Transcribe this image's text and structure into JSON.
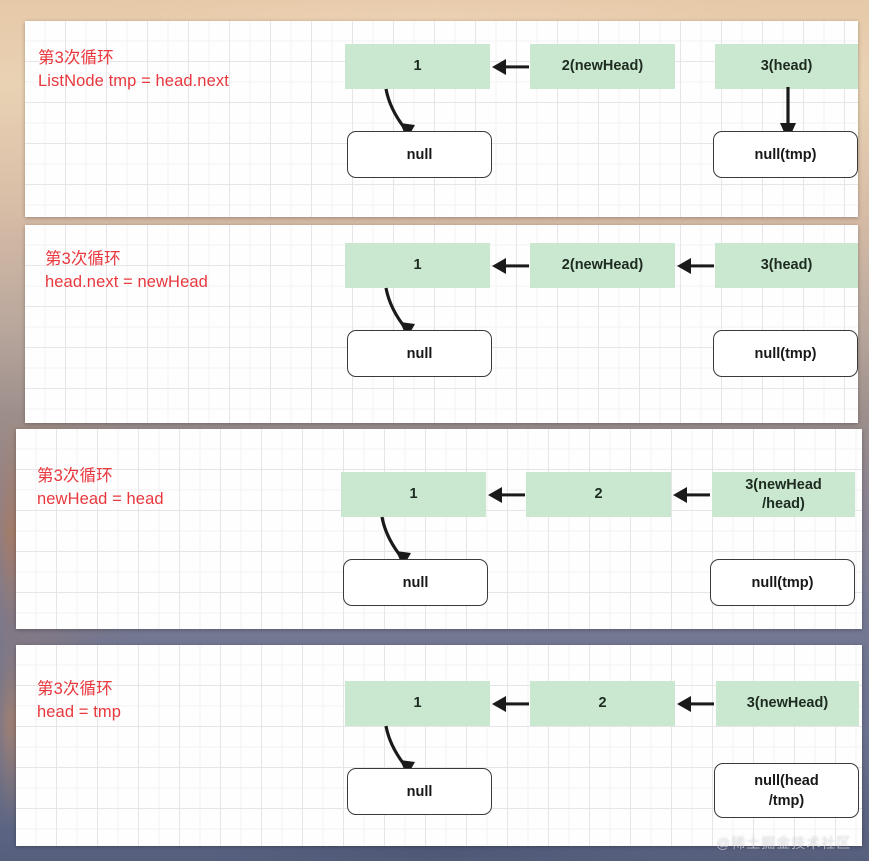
{
  "meta": {
    "watermark": "@稀土掘金技术社区",
    "accent_red": "#e8383d",
    "node_green": "#cae8d0",
    "panel_white": "#fefefe"
  },
  "panels": [
    {
      "id": "panel-1",
      "caption_line1": "第3次循环",
      "caption_line2": "ListNode tmp = head.next",
      "nodes": [
        {
          "label": "1"
        },
        {
          "label": "2(newHead)"
        },
        {
          "label": "3(head)"
        }
      ],
      "null_boxes": [
        {
          "label": "null"
        },
        {
          "label": "null(tmp)"
        }
      ],
      "arrows": {
        "node2_to_node1": true,
        "node3_to_node2": false,
        "node1_to_null": true,
        "node3_to_null": true
      }
    },
    {
      "id": "panel-2",
      "caption_line1": "第3次循环",
      "caption_line2": "head.next = newHead",
      "nodes": [
        {
          "label": "1"
        },
        {
          "label": "2(newHead)"
        },
        {
          "label": "3(head)"
        }
      ],
      "null_boxes": [
        {
          "label": "null"
        },
        {
          "label": "null(tmp)"
        }
      ],
      "arrows": {
        "node2_to_node1": true,
        "node3_to_node2": true,
        "node1_to_null": true,
        "node3_to_null": false
      }
    },
    {
      "id": "panel-3",
      "caption_line1": "第3次循环",
      "caption_line2": "newHead = head",
      "nodes": [
        {
          "label": "1"
        },
        {
          "label": "2"
        },
        {
          "label": "3(newHead\n/head)"
        }
      ],
      "null_boxes": [
        {
          "label": "null"
        },
        {
          "label": "null(tmp)"
        }
      ],
      "arrows": {
        "node2_to_node1": true,
        "node3_to_node2": true,
        "node1_to_null": true,
        "node3_to_null": false
      }
    },
    {
      "id": "panel-4",
      "caption_line1": "第3次循环",
      "caption_line2": "head = tmp",
      "nodes": [
        {
          "label": "1"
        },
        {
          "label": "2"
        },
        {
          "label": "3(newHead)"
        }
      ],
      "null_boxes": [
        {
          "label": "null"
        },
        {
          "label": "null(head\n/tmp)"
        }
      ],
      "arrows": {
        "node2_to_node1": true,
        "node3_to_node2": true,
        "node1_to_null": true,
        "node3_to_null": false
      }
    }
  ]
}
